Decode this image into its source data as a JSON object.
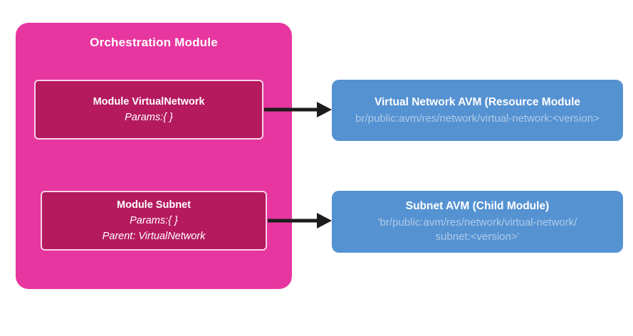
{
  "orchestration": {
    "title": "Orchestration Module",
    "modules": [
      {
        "title": "Module VirtualNetwork",
        "params": "Params:{ }"
      },
      {
        "title": "Module Subnet",
        "params": "Params:{ }",
        "parent": "Parent: VirtualNetwork"
      }
    ]
  },
  "avm": [
    {
      "title": "Virtual Network AVM (Resource Module",
      "path_lines": [
        "br/public:avm/res/network/virtual-network:<version>"
      ]
    },
    {
      "title": "Subnet AVM (Child Module)",
      "path_lines": [
        "'br/public:avm/res/network/virtual-network/",
        "subnet:<version>'"
      ]
    }
  ],
  "colors": {
    "container_pink": "#E7369F",
    "module_crimson": "#B51A5F",
    "module_border": "#F6D3E6",
    "avm_blue": "#5592D2",
    "avm_subtitle_light_blue": "#AFCBE8",
    "arrow_black": "#1C1C1C",
    "text_white": "#FFFFFF"
  }
}
